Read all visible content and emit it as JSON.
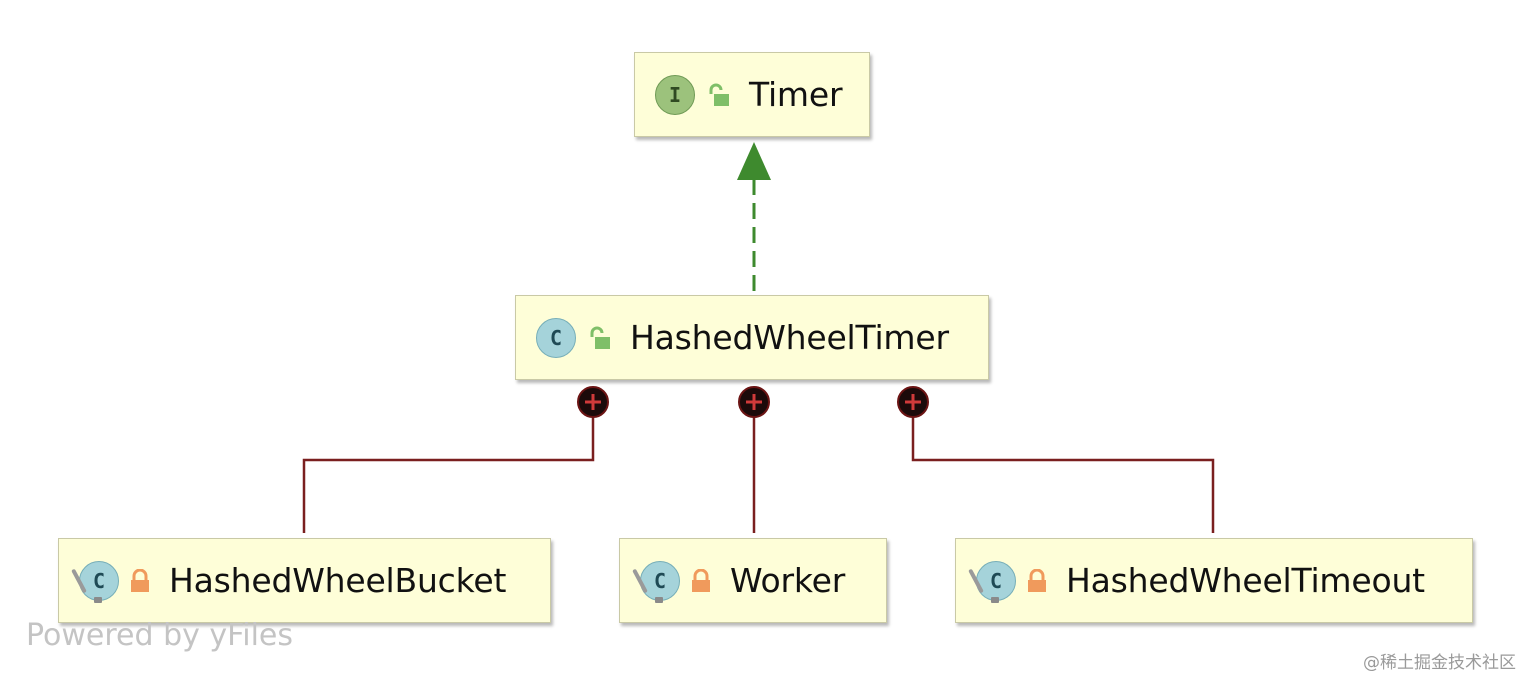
{
  "diagram": {
    "nodes": {
      "timer": {
        "label": "Timer",
        "kind": "interface",
        "visibility": "public"
      },
      "hashed_wheel_timer": {
        "label": "HashedWheelTimer",
        "kind": "class",
        "visibility": "public"
      },
      "bucket": {
        "label": "HashedWheelBucket",
        "kind": "nested-class",
        "visibility": "private"
      },
      "worker": {
        "label": "Worker",
        "kind": "nested-class",
        "visibility": "private"
      },
      "timeout": {
        "label": "HashedWheelTimeout",
        "kind": "nested-class",
        "visibility": "private"
      }
    },
    "badges": {
      "interface": "I",
      "class": "C"
    },
    "edges": [
      {
        "from": "hashed_wheel_timer",
        "to": "timer",
        "type": "implements"
      },
      {
        "from": "hashed_wheel_timer",
        "to": "bucket",
        "type": "inner-class"
      },
      {
        "from": "hashed_wheel_timer",
        "to": "worker",
        "type": "inner-class"
      },
      {
        "from": "hashed_wheel_timer",
        "to": "timeout",
        "type": "inner-class"
      }
    ],
    "colors": {
      "node_fill": "#fefed8",
      "implements_edge": "#3e8a2e",
      "inner_class_edge": "#7a1f1f",
      "public_lock": "#7fbf68",
      "private_lock": "#f09a5c"
    }
  },
  "watermark": "Powered by yFiles",
  "credit": "@稀土掘金技术社区"
}
